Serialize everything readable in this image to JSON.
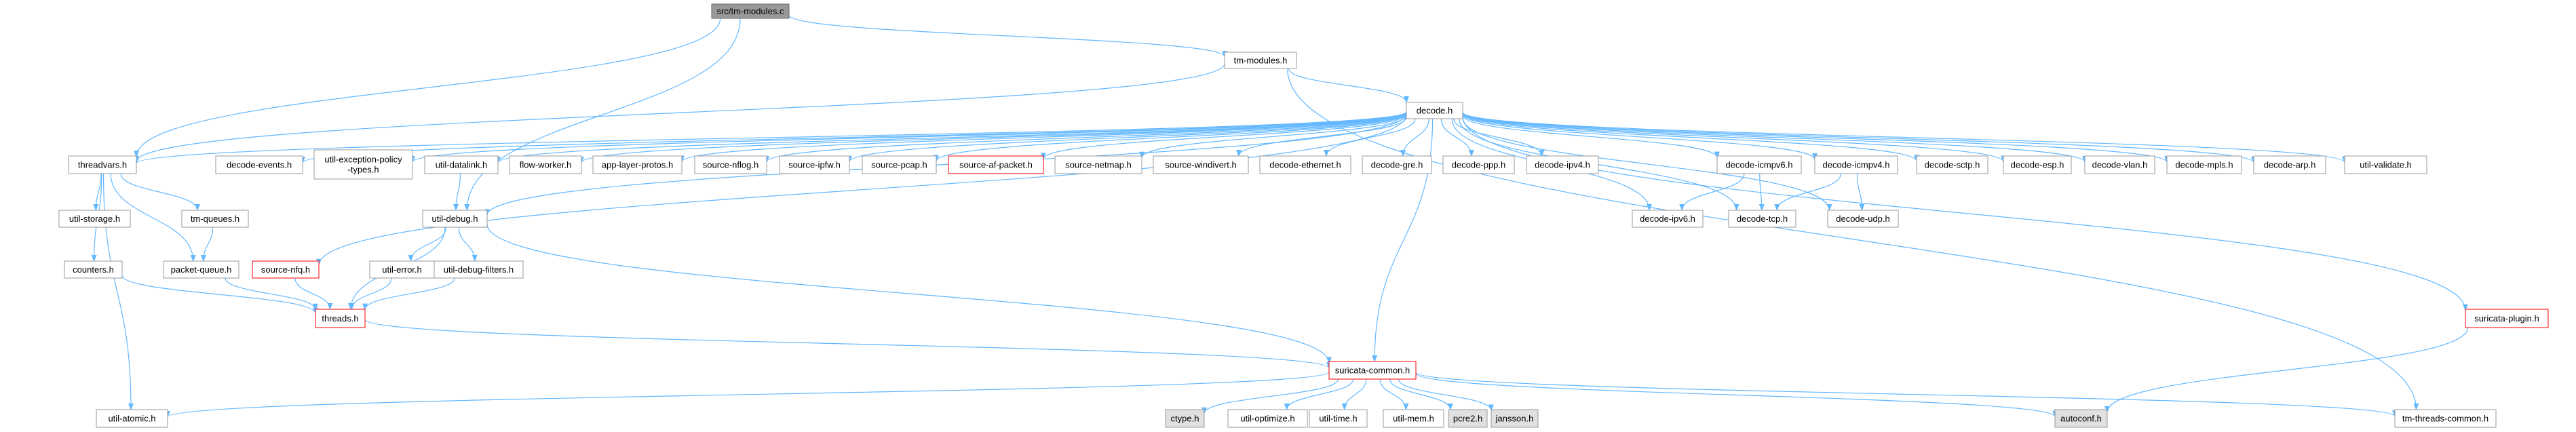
{
  "graph": {
    "colors": {
      "edge": "#63b8ff",
      "node_border": "#999999",
      "node_fill": "#ffffff",
      "root_fill": "#999999",
      "root_border": "#666666",
      "missing_border": "#ff0000",
      "system_fill": "#e0e0e0",
      "system_border": "#999999"
    },
    "nodes": [
      {
        "id": "root",
        "label": "src/tm-modules.c",
        "kind": "root"
      },
      {
        "id": "tm_modules_h",
        "label": "tm-modules.h",
        "kind": "normal"
      },
      {
        "id": "decode_h",
        "label": "decode.h",
        "kind": "normal"
      },
      {
        "id": "threadvars_h",
        "label": "threadvars.h",
        "kind": "normal"
      },
      {
        "id": "decode_events_h",
        "label": "decode-events.h",
        "kind": "normal"
      },
      {
        "id": "util_exception_h",
        "label": "util-exception-policy\n-types.h",
        "kind": "normal"
      },
      {
        "id": "util_datalink_h",
        "label": "util-datalink.h",
        "kind": "normal"
      },
      {
        "id": "flow_worker_h",
        "label": "flow-worker.h",
        "kind": "normal"
      },
      {
        "id": "app_layer_protos_h",
        "label": "app-layer-protos.h",
        "kind": "normal"
      },
      {
        "id": "source_nflog_h",
        "label": "source-nflog.h",
        "kind": "normal"
      },
      {
        "id": "source_ipfw_h",
        "label": "source-ipfw.h",
        "kind": "normal"
      },
      {
        "id": "source_pcap_h",
        "label": "source-pcap.h",
        "kind": "normal"
      },
      {
        "id": "source_af_packet_h",
        "label": "source-af-packet.h",
        "kind": "missing"
      },
      {
        "id": "source_netmap_h",
        "label": "source-netmap.h",
        "kind": "normal"
      },
      {
        "id": "source_windivert_h",
        "label": "source-windivert.h",
        "kind": "normal"
      },
      {
        "id": "decode_ethernet_h",
        "label": "decode-ethernet.h",
        "kind": "normal"
      },
      {
        "id": "decode_gre_h",
        "label": "decode-gre.h",
        "kind": "normal"
      },
      {
        "id": "decode_ppp_h",
        "label": "decode-ppp.h",
        "kind": "normal"
      },
      {
        "id": "decode_ipv4_h",
        "label": "decode-ipv4.h",
        "kind": "normal"
      },
      {
        "id": "decode_icmpv6_h",
        "label": "decode-icmpv6.h",
        "kind": "normal"
      },
      {
        "id": "decode_icmpv4_h",
        "label": "decode-icmpv4.h",
        "kind": "normal"
      },
      {
        "id": "decode_sctp_h",
        "label": "decode-sctp.h",
        "kind": "normal"
      },
      {
        "id": "decode_esp_h",
        "label": "decode-esp.h",
        "kind": "normal"
      },
      {
        "id": "decode_vlan_h",
        "label": "decode-vlan.h",
        "kind": "normal"
      },
      {
        "id": "decode_mpls_h",
        "label": "decode-mpls.h",
        "kind": "normal"
      },
      {
        "id": "decode_arp_h",
        "label": "decode-arp.h",
        "kind": "normal"
      },
      {
        "id": "util_validate_h",
        "label": "util-validate.h",
        "kind": "normal"
      },
      {
        "id": "util_storage_h",
        "label": "util-storage.h",
        "kind": "normal"
      },
      {
        "id": "tm_queues_h",
        "label": "tm-queues.h",
        "kind": "normal"
      },
      {
        "id": "util_debug_h",
        "label": "util-debug.h",
        "kind": "normal"
      },
      {
        "id": "decode_ipv6_h",
        "label": "decode-ipv6.h",
        "kind": "normal"
      },
      {
        "id": "decode_tcp_h",
        "label": "decode-tcp.h",
        "kind": "normal"
      },
      {
        "id": "decode_udp_h",
        "label": "decode-udp.h",
        "kind": "normal"
      },
      {
        "id": "counters_h",
        "label": "counters.h",
        "kind": "normal"
      },
      {
        "id": "packet_queue_h",
        "label": "packet-queue.h",
        "kind": "normal"
      },
      {
        "id": "source_nfq_h",
        "label": "source-nfq.h",
        "kind": "missing"
      },
      {
        "id": "util_error_h",
        "label": "util-error.h",
        "kind": "normal"
      },
      {
        "id": "util_debug_filters_h",
        "label": "util-debug-filters.h",
        "kind": "normal"
      },
      {
        "id": "threads_h",
        "label": "threads.h",
        "kind": "missing"
      },
      {
        "id": "suricata_plugin_h",
        "label": "suricata-plugin.h",
        "kind": "missing"
      },
      {
        "id": "suricata_common_h",
        "label": "suricata-common.h",
        "kind": "missing"
      },
      {
        "id": "util_atomic_h",
        "label": "util-atomic.h",
        "kind": "normal"
      },
      {
        "id": "ctype_h",
        "label": "ctype.h",
        "kind": "system"
      },
      {
        "id": "util_optimize_h",
        "label": "util-optimize.h",
        "kind": "normal"
      },
      {
        "id": "util_time_h",
        "label": "util-time.h",
        "kind": "normal"
      },
      {
        "id": "util_mem_h",
        "label": "util-mem.h",
        "kind": "normal"
      },
      {
        "id": "pcre2_h",
        "label": "pcre2.h",
        "kind": "system"
      },
      {
        "id": "jansson_h",
        "label": "jansson.h",
        "kind": "system"
      },
      {
        "id": "autoconf_h",
        "label": "autoconf.h",
        "kind": "system"
      },
      {
        "id": "tm_threads_common_h",
        "label": "tm-threads-common.h",
        "kind": "normal"
      }
    ],
    "edges": [
      [
        "root",
        "tm_modules_h"
      ],
      [
        "root",
        "threadvars_h"
      ],
      [
        "root",
        "util_debug_h"
      ],
      [
        "tm_modules_h",
        "decode_h"
      ],
      [
        "tm_modules_h",
        "threadvars_h"
      ],
      [
        "tm_modules_h",
        "tm_threads_common_h"
      ],
      [
        "decode_h",
        "threadvars_h"
      ],
      [
        "decode_h",
        "decode_events_h"
      ],
      [
        "decode_h",
        "util_exception_h"
      ],
      [
        "decode_h",
        "util_datalink_h"
      ],
      [
        "decode_h",
        "flow_worker_h"
      ],
      [
        "decode_h",
        "app_layer_protos_h"
      ],
      [
        "decode_h",
        "source_nflog_h"
      ],
      [
        "decode_h",
        "source_ipfw_h"
      ],
      [
        "decode_h",
        "source_pcap_h"
      ],
      [
        "decode_h",
        "source_af_packet_h"
      ],
      [
        "decode_h",
        "source_netmap_h"
      ],
      [
        "decode_h",
        "source_windivert_h"
      ],
      [
        "decode_h",
        "decode_ethernet_h"
      ],
      [
        "decode_h",
        "decode_gre_h"
      ],
      [
        "decode_h",
        "decode_ppp_h"
      ],
      [
        "decode_h",
        "decode_ipv4_h"
      ],
      [
        "decode_h",
        "decode_icmpv6_h"
      ],
      [
        "decode_h",
        "decode_icmpv4_h"
      ],
      [
        "decode_h",
        "decode_sctp_h"
      ],
      [
        "decode_h",
        "decode_esp_h"
      ],
      [
        "decode_h",
        "decode_vlan_h"
      ],
      [
        "decode_h",
        "decode_mpls_h"
      ],
      [
        "decode_h",
        "decode_arp_h"
      ],
      [
        "decode_h",
        "util_validate_h"
      ],
      [
        "decode_h",
        "source_nfq_h"
      ],
      [
        "decode_h",
        "util_debug_h"
      ],
      [
        "decode_h",
        "decode_ipv6_h"
      ],
      [
        "decode_h",
        "decode_tcp_h"
      ],
      [
        "decode_h",
        "decode_udp_h"
      ],
      [
        "decode_h",
        "suricata_plugin_h"
      ],
      [
        "decode_h",
        "suricata_common_h"
      ],
      [
        "threadvars_h",
        "util_storage_h"
      ],
      [
        "threadvars_h",
        "tm_queues_h"
      ],
      [
        "threadvars_h",
        "counters_h"
      ],
      [
        "threadvars_h",
        "packet_queue_h"
      ],
      [
        "threadvars_h",
        "util_atomic_h"
      ],
      [
        "tm_queues_h",
        "packet_queue_h"
      ],
      [
        "packet_queue_h",
        "threads_h"
      ],
      [
        "counters_h",
        "threads_h"
      ],
      [
        "source_nfq_h",
        "threads_h"
      ],
      [
        "util_datalink_h",
        "util_debug_h"
      ],
      [
        "util_debug_h",
        "util_error_h"
      ],
      [
        "util_debug_h",
        "util_debug_filters_h"
      ],
      [
        "util_debug_h",
        "threads_h"
      ],
      [
        "util_debug_h",
        "suricata_common_h"
      ],
      [
        "util_error_h",
        "threads_h"
      ],
      [
        "util_debug_filters_h",
        "threads_h"
      ],
      [
        "decode_icmpv6_h",
        "decode_ipv6_h"
      ],
      [
        "decode_icmpv6_h",
        "decode_tcp_h"
      ],
      [
        "decode_icmpv4_h",
        "decode_tcp_h"
      ],
      [
        "decode_icmpv4_h",
        "decode_udp_h"
      ],
      [
        "threads_h",
        "suricata_common_h"
      ],
      [
        "suricata_plugin_h",
        "autoconf_h"
      ],
      [
        "suricata_common_h",
        "util_atomic_h"
      ],
      [
        "suricata_common_h",
        "ctype_h"
      ],
      [
        "suricata_common_h",
        "util_optimize_h"
      ],
      [
        "suricata_common_h",
        "util_time_h"
      ],
      [
        "suricata_common_h",
        "util_mem_h"
      ],
      [
        "suricata_common_h",
        "pcre2_h"
      ],
      [
        "suricata_common_h",
        "jansson_h"
      ],
      [
        "suricata_common_h",
        "autoconf_h"
      ],
      [
        "suricata_common_h",
        "tm_threads_common_h"
      ]
    ]
  }
}
